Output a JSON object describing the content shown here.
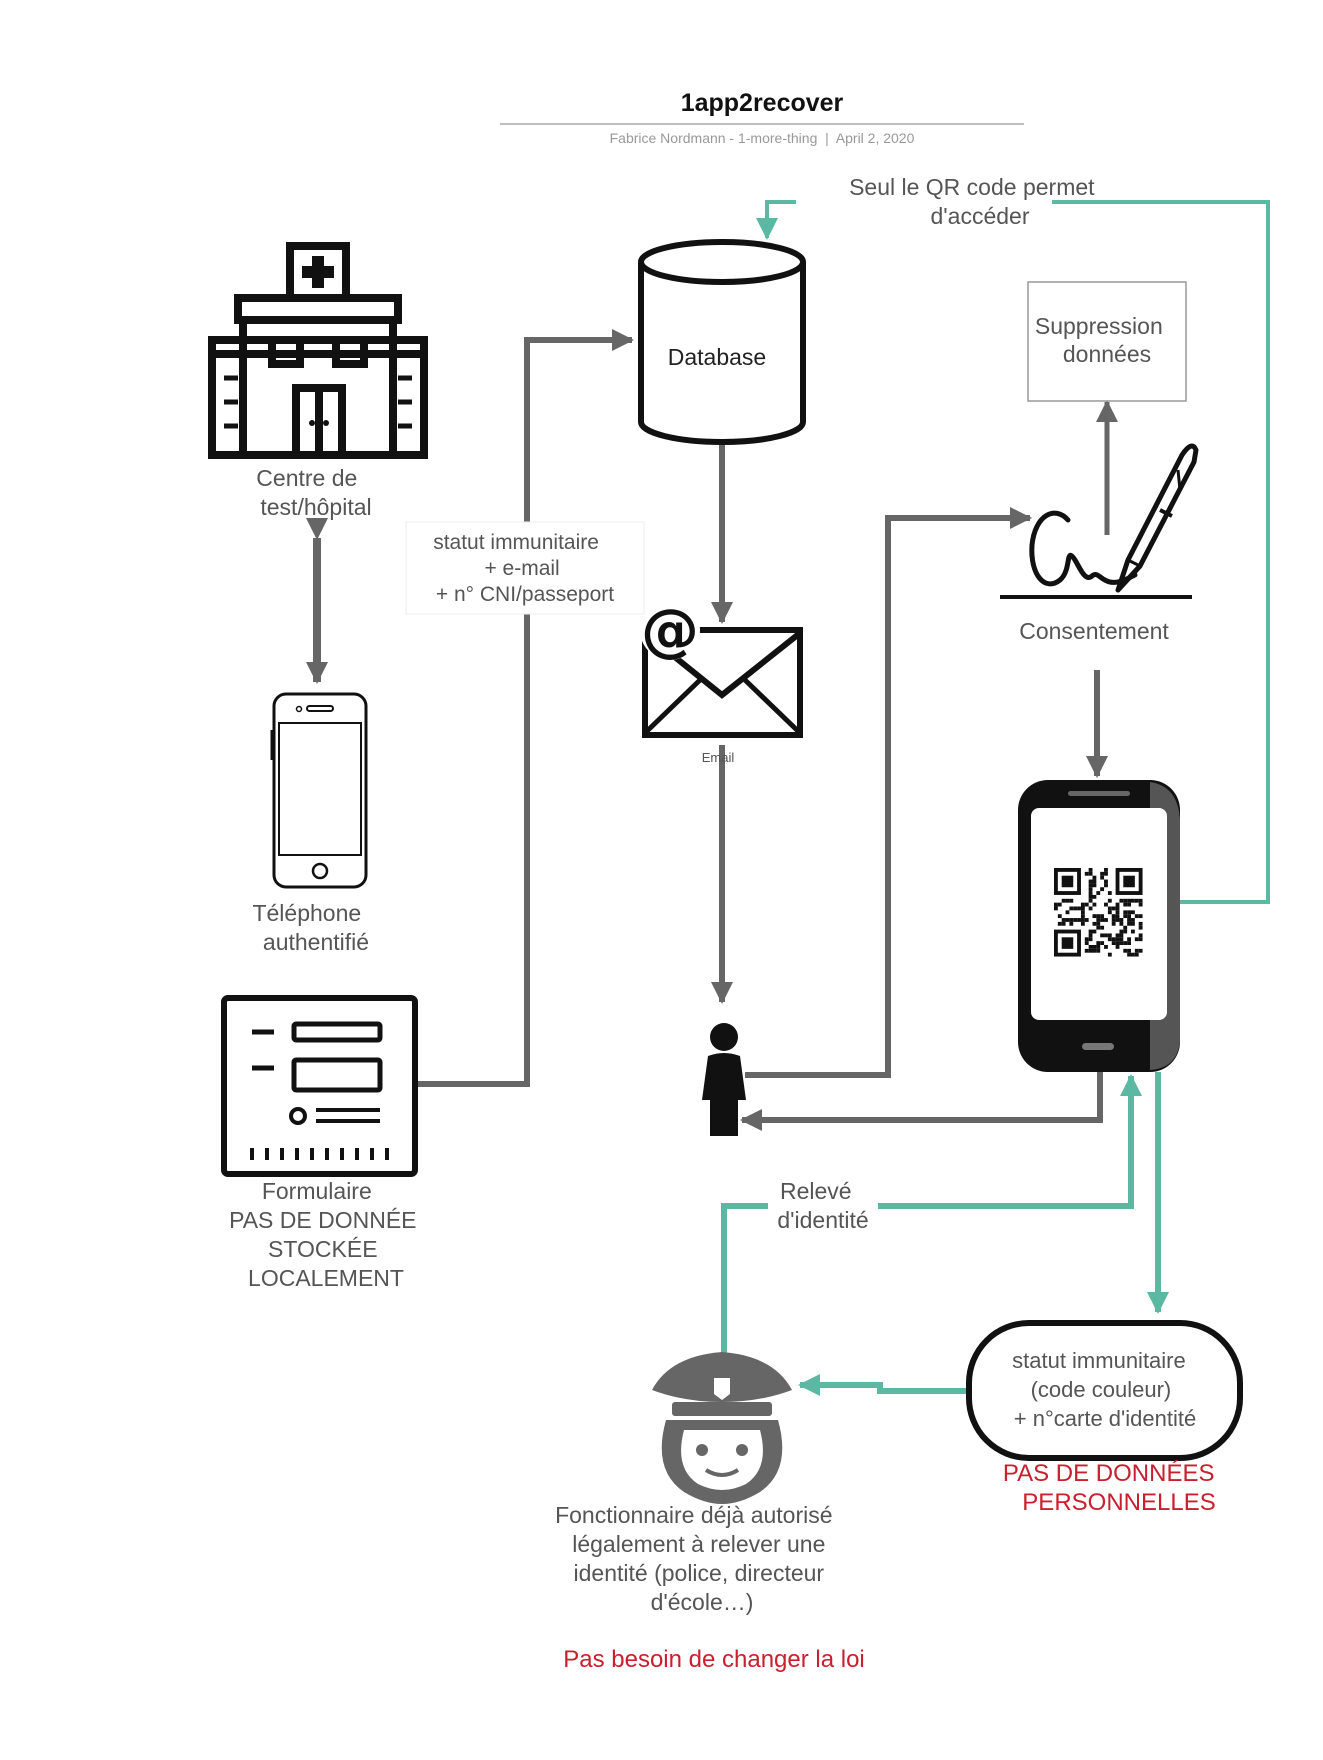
{
  "header": {
    "title": "1app2recover",
    "subtitle": "Fabrice Nordmann - 1-more-thing  |  April 2, 2020"
  },
  "nodes": {
    "hospital": {
      "lines": [
        "Centre de",
        "test/hôpital"
      ]
    },
    "phone": {
      "lines": [
        "Téléphone",
        "authentifié"
      ]
    },
    "form": {
      "lines": [
        "Formulaire",
        "PAS DE DONNÉE",
        "STOCKÉE",
        "LOCALEMENT"
      ]
    },
    "database": {
      "label": "Database"
    },
    "email": {
      "label": "Email"
    },
    "consent": {
      "label": "Consentement"
    },
    "deletion": {
      "lines": [
        "Suppression",
        "données"
      ]
    },
    "official": {
      "lines": [
        "Fonctionnaire déjà autorisé",
        "légalement à relever une",
        "identité (police, directeur",
        "d'école…)"
      ]
    },
    "status_box": {
      "lines": [
        "statut immunitaire",
        "(code couleur)",
        "+ n°carte d'identité"
      ]
    }
  },
  "edge_labels": {
    "form_to_db": [
      "statut immunitaire",
      "+ e-mail",
      "+ n° CNI/passeport"
    ],
    "qr_access": [
      "Seul le QR code permet",
      "d'accéder"
    ],
    "id_check": [
      "Relevé",
      "d'identité"
    ]
  },
  "notes": {
    "no_personal_data": [
      "PAS DE DONNÉES",
      "PERSONNELLES"
    ],
    "no_law_change": "Pas besoin de changer la loi"
  },
  "colors": {
    "gray_arrow": "#666666",
    "teal_arrow": "#5bb9a3",
    "red_text": "#c8202e",
    "icon": "#111111"
  }
}
